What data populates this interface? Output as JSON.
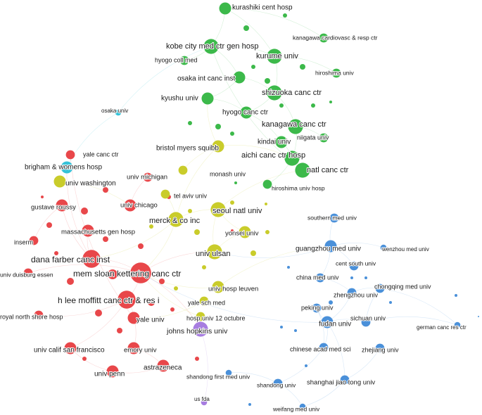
{
  "clusters": {
    "red": "#e8474a",
    "green": "#3cb94a",
    "yellow": "#c9cc2b",
    "blue": "#4a90d9",
    "cyan": "#35c2d8",
    "purple": "#a77de0"
  },
  "nodes": [
    {
      "id": "kurashiki",
      "label": "kurashiki cent hosp",
      "cluster": "green",
      "size": 3
    },
    {
      "id": "kanagawa_cardio",
      "label": "kanagawa cardiovasc & resp ctr",
      "cluster": "green",
      "size": 2
    },
    {
      "id": "kobe",
      "label": "kobe city med ctr gen hosp",
      "cluster": "green",
      "size": 4
    },
    {
      "id": "hyogo_coll",
      "label": "hyogo coll med",
      "cluster": "green",
      "size": 2
    },
    {
      "id": "kurume",
      "label": "kurume univ",
      "cluster": "green",
      "size": 4
    },
    {
      "id": "hiroshima",
      "label": "hiroshima univ",
      "cluster": "green",
      "size": 2
    },
    {
      "id": "osaka_int",
      "label": "osaka int canc inst",
      "cluster": "green",
      "size": 3
    },
    {
      "id": "shizuoka",
      "label": "shizuoka canc ctr",
      "cluster": "green",
      "size": 4
    },
    {
      "id": "kyushu",
      "label": "kyushu univ",
      "cluster": "green",
      "size": 3
    },
    {
      "id": "hyogo_canc",
      "label": "hyogo canc ctr",
      "cluster": "green",
      "size": 3
    },
    {
      "id": "kanagawa_canc",
      "label": "kanagawa canc ctr",
      "cluster": "green",
      "size": 4
    },
    {
      "id": "niigata",
      "label": "niigata univ",
      "cluster": "green",
      "size": 2
    },
    {
      "id": "kindai",
      "label": "kindai univ",
      "cluster": "green",
      "size": 3
    },
    {
      "id": "aichi",
      "label": "aichi canc ctr hosp",
      "cluster": "green",
      "size": 4
    },
    {
      "id": "natl_canc",
      "label": "natl canc ctr",
      "cluster": "green",
      "size": 4
    },
    {
      "id": "hiroshima_hosp",
      "label": "hiroshima univ hosp",
      "cluster": "green",
      "size": 2
    },
    {
      "id": "osaka_univ",
      "label": "osaka univ",
      "cluster": "cyan",
      "size": 1
    },
    {
      "id": "brigham",
      "label": "brigham & womens hosp",
      "cluster": "cyan",
      "size": 3
    },
    {
      "id": "bristol",
      "label": "bristol myers squibb",
      "cluster": "yellow",
      "size": 3
    },
    {
      "id": "monash",
      "label": "monash univ",
      "cluster": "yellow",
      "size": 2
    },
    {
      "id": "yale_canc",
      "label": "yale canc ctr",
      "cluster": "red",
      "size": 2
    },
    {
      "id": "univ_michigan",
      "label": "univ michigan",
      "cluster": "red",
      "size": 2
    },
    {
      "id": "univ_washington",
      "label": "univ washington",
      "cluster": "yellow",
      "size": 3
    },
    {
      "id": "tel_aviv",
      "label": "tel aviv univ",
      "cluster": "yellow",
      "size": 2
    },
    {
      "id": "gustave",
      "label": "gustave roussy",
      "cluster": "red",
      "size": 3
    },
    {
      "id": "univ_chicago",
      "label": "univ chicago",
      "cluster": "red",
      "size": 3
    },
    {
      "id": "seoul",
      "label": "seoul natl univ",
      "cluster": "yellow",
      "size": 4
    },
    {
      "id": "merck",
      "label": "merck & co inc",
      "cluster": "yellow",
      "size": 4
    },
    {
      "id": "mass_gen",
      "label": "massachusetts gen hosp",
      "cluster": "red",
      "size": 3
    },
    {
      "id": "yonsei",
      "label": "yonsei univ",
      "cluster": "yellow",
      "size": 3
    },
    {
      "id": "inserm",
      "label": "inserm",
      "cluster": "red",
      "size": 2
    },
    {
      "id": "dana",
      "label": "dana farber canc inst",
      "cluster": "red",
      "size": 5
    },
    {
      "id": "univ_ulsan",
      "label": "univ ulsan",
      "cluster": "yellow",
      "size": 4
    },
    {
      "id": "mem_sloan",
      "label": "mem sloan kettering canc ctr",
      "cluster": "red",
      "size": 6
    },
    {
      "id": "duisburg",
      "label": "univ duisburg essen",
      "cluster": "red",
      "size": 2
    },
    {
      "id": "hosp_leuven",
      "label": "univ hosp leuven",
      "cluster": "yellow",
      "size": 3
    },
    {
      "id": "moffitt",
      "label": "h lee moffitt canc ctr & res i",
      "cluster": "red",
      "size": 5
    },
    {
      "id": "yale_sch",
      "label": "yale sch med",
      "cluster": "yellow",
      "size": 2
    },
    {
      "id": "hosp_octubre",
      "label": "hosp univ 12 octubre",
      "cluster": "yellow",
      "size": 2
    },
    {
      "id": "royal_north",
      "label": "royal north shore hosp",
      "cluster": "red",
      "size": 2
    },
    {
      "id": "yale_univ",
      "label": "yale univ",
      "cluster": "red",
      "size": 3
    },
    {
      "id": "johns_hopkins",
      "label": "johns hopkins univ",
      "cluster": "purple",
      "size": 4
    },
    {
      "id": "ucsf",
      "label": "univ calif san francisco",
      "cluster": "red",
      "size": 3
    },
    {
      "id": "emory",
      "label": "emory univ",
      "cluster": "red",
      "size": 3
    },
    {
      "id": "astrazeneca",
      "label": "astrazeneca",
      "cluster": "red",
      "size": 3
    },
    {
      "id": "univ_penn",
      "label": "univ penn",
      "cluster": "red",
      "size": 3
    },
    {
      "id": "shandong_first",
      "label": "shandong first med univ",
      "cluster": "blue",
      "size": 1
    },
    {
      "id": "us_fda",
      "label": "us fda",
      "cluster": "purple",
      "size": 1
    },
    {
      "id": "southern_med",
      "label": "southern med univ",
      "cluster": "blue",
      "size": 2
    },
    {
      "id": "guangzhou",
      "label": "guangzhou med univ",
      "cluster": "blue",
      "size": 3
    },
    {
      "id": "wenzhou",
      "label": "wenzhou med univ",
      "cluster": "blue",
      "size": 1
    },
    {
      "id": "cent_south",
      "label": "cent south univ",
      "cluster": "blue",
      "size": 2
    },
    {
      "id": "china_med",
      "label": "china med univ",
      "cluster": "blue",
      "size": 2
    },
    {
      "id": "zhengzhou",
      "label": "zhengzhou univ",
      "cluster": "blue",
      "size": 2
    },
    {
      "id": "chongqing",
      "label": "chongqing med univ",
      "cluster": "blue",
      "size": 2
    },
    {
      "id": "peking",
      "label": "peking univ",
      "cluster": "blue",
      "size": 2
    },
    {
      "id": "sichuan",
      "label": "sichuan univ",
      "cluster": "blue",
      "size": 2
    },
    {
      "id": "fudan",
      "label": "fudan univ",
      "cluster": "blue",
      "size": 3
    },
    {
      "id": "german_canc",
      "label": "german canc res ctr",
      "cluster": "blue",
      "size": 1
    },
    {
      "id": "chinese_acad",
      "label": "chinese acad med sci",
      "cluster": "blue",
      "size": 2
    },
    {
      "id": "zhejiang",
      "label": "zhejiang univ",
      "cluster": "blue",
      "size": 2
    },
    {
      "id": "shanghai",
      "label": "shanghai jiao tong univ",
      "cluster": "blue",
      "size": 2
    },
    {
      "id": "shandong",
      "label": "shandong univ",
      "cluster": "blue",
      "size": 2
    },
    {
      "id": "weifang",
      "label": "weifang med univ",
      "cluster": "blue",
      "size": 1
    }
  ]
}
